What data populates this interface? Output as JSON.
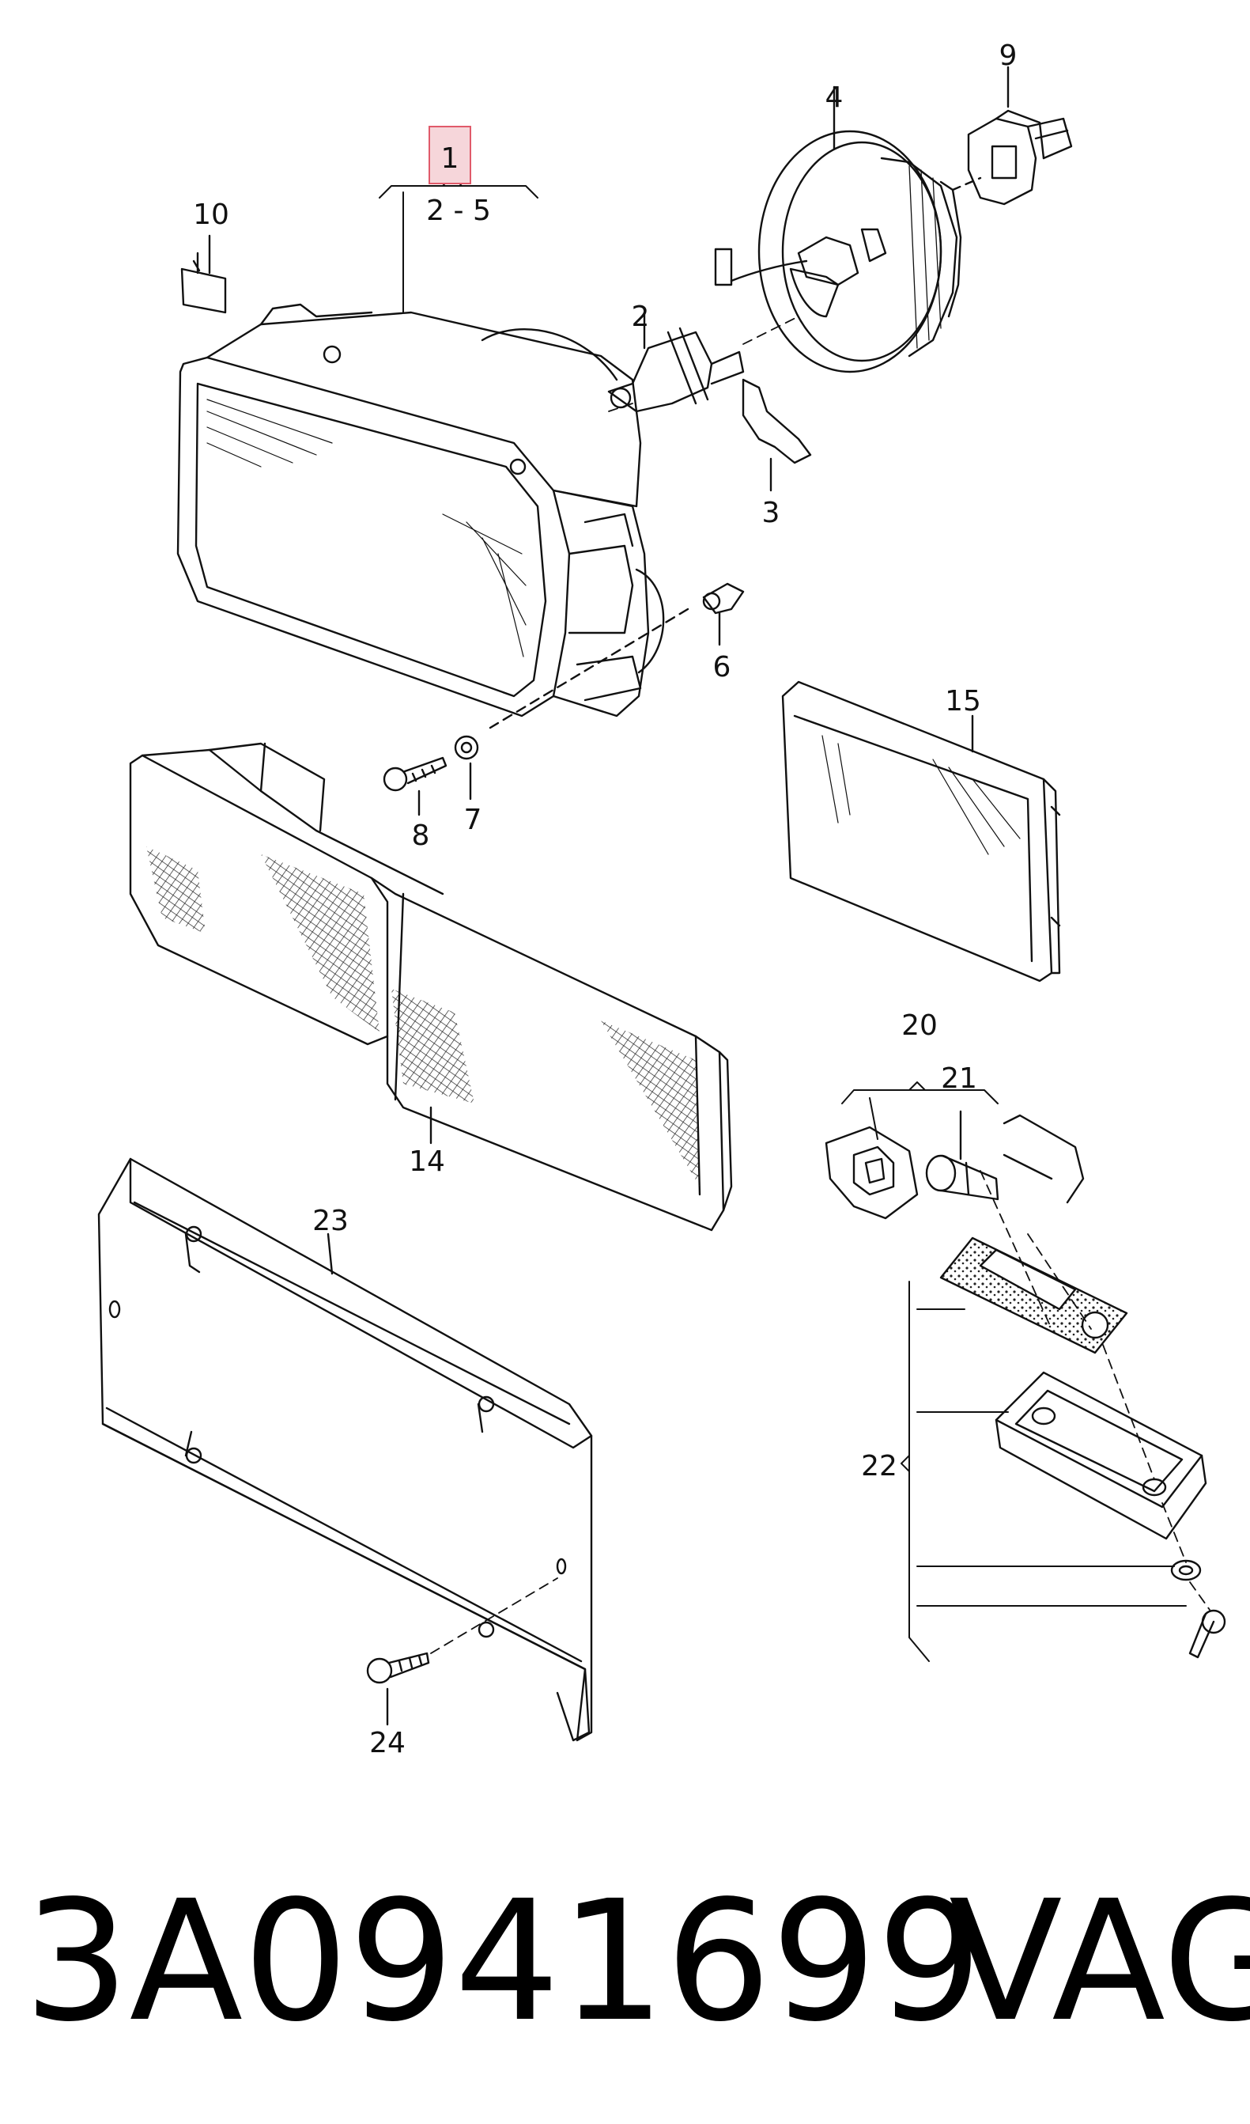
{
  "diagram": {
    "callouts": {
      "c1": "1",
      "c1_range": "2 - 5",
      "c2": "2",
      "c3": "3",
      "c4": "4",
      "c6": "6",
      "c7": "7",
      "c8": "8",
      "c9": "9",
      "c10": "10",
      "c14": "14",
      "c15": "15",
      "c20": "20",
      "c21": "21",
      "c22": "22",
      "c23": "23",
      "c24": "24"
    },
    "highlight_color": "#e05a6a"
  },
  "footer": {
    "part_number": "3A0941699",
    "brand": "VAG"
  }
}
